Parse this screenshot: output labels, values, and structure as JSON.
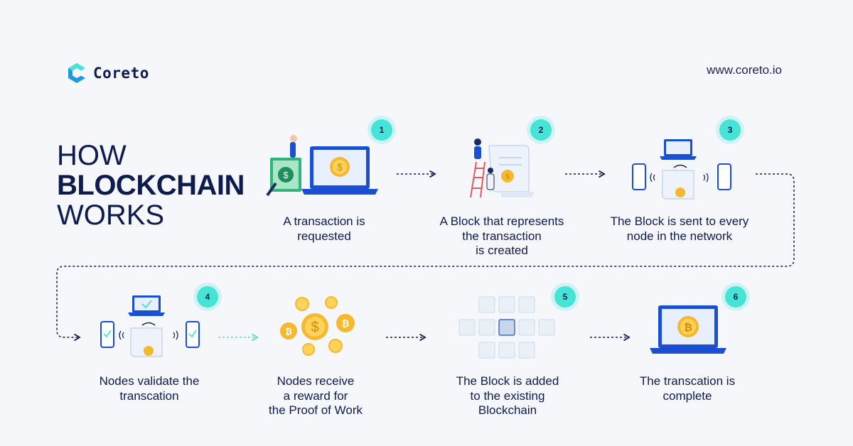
{
  "brand": {
    "name": "Coreto",
    "url": "www.coreto.io"
  },
  "headline": {
    "line1": "HOW",
    "line2": "BLOCKCHAIN",
    "line3": "WORKS"
  },
  "steps": [
    {
      "number": "1",
      "label": "A transaction is\nrequested"
    },
    {
      "number": "2",
      "label": "A Block that represents\nthe transaction\nis created"
    },
    {
      "number": "3",
      "label": "The Block is sent to every\nnode in the network"
    },
    {
      "number": "4",
      "label": "Nodes validate the\ntranscation"
    },
    {
      "number": "",
      "label": "Nodes receive\na reward for\nthe Proof of Work"
    },
    {
      "number": "5",
      "label": "The Block is added\nto the existing\nBlockchain"
    },
    {
      "number": "6",
      "label": "The transcation is\ncomplete"
    }
  ],
  "colors": {
    "navy": "#0d1b4f",
    "accent": "#45e4d6",
    "blue": "#1b4fd1",
    "coin": "#f5b82e",
    "background": "#f6f7fb"
  },
  "icons": [
    "coreto-logo-icon",
    "laptop-coin-icon",
    "scroll-block-icon",
    "network-broadcast-icon",
    "node-validate-icon",
    "coins-reward-icon",
    "blockchain-grid-icon",
    "laptop-bitcoin-icon"
  ]
}
